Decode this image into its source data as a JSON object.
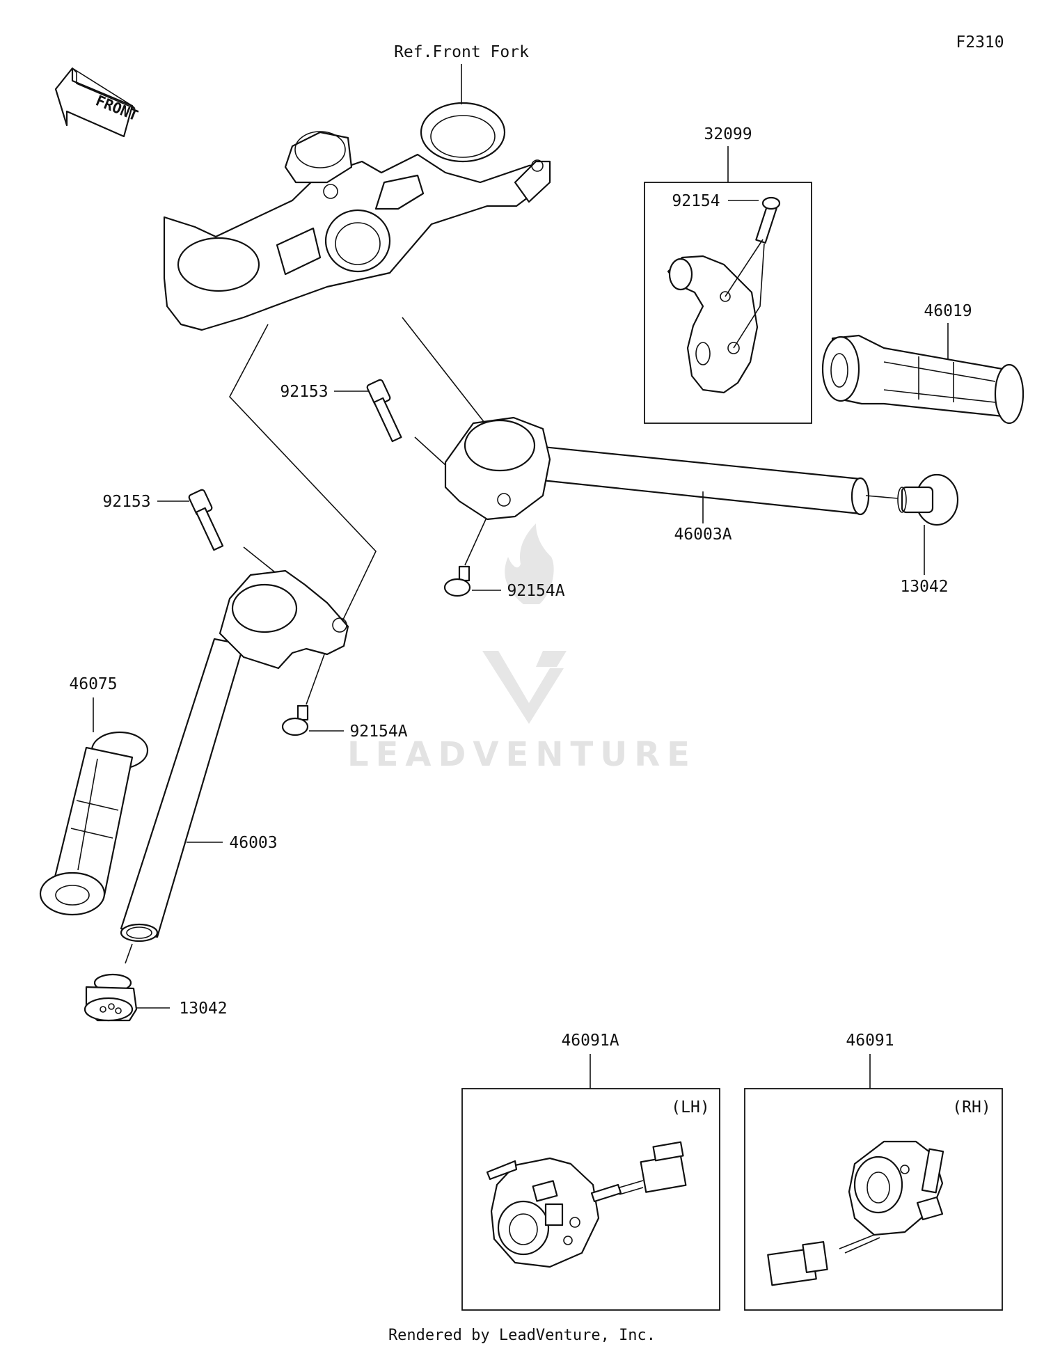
{
  "figure_code": "F2310",
  "front_arrow_text": "FRONT",
  "watermark": "LEADVENTURE",
  "footer": "Rendered by LeadVenture, Inc.",
  "callouts": {
    "ref_front_fork": "Ref.Front Fork",
    "kit_32099": "32099",
    "screw_92154": "92154",
    "grip_46019": "46019",
    "bolt_92153_upper": "92153",
    "bolt_92153_lower": "92153",
    "handlebar_46003A": "46003A",
    "end_13042_right": "13042",
    "screw_92154A_upper": "92154A",
    "screw_92154A_lower": "92154A",
    "grip_46075": "46075",
    "handlebar_46003": "46003",
    "end_13042_left": "13042",
    "switch_46091A": "46091A",
    "switch_46091": "46091",
    "lh_tag": "(LH)",
    "rh_tag": "(RH)"
  }
}
